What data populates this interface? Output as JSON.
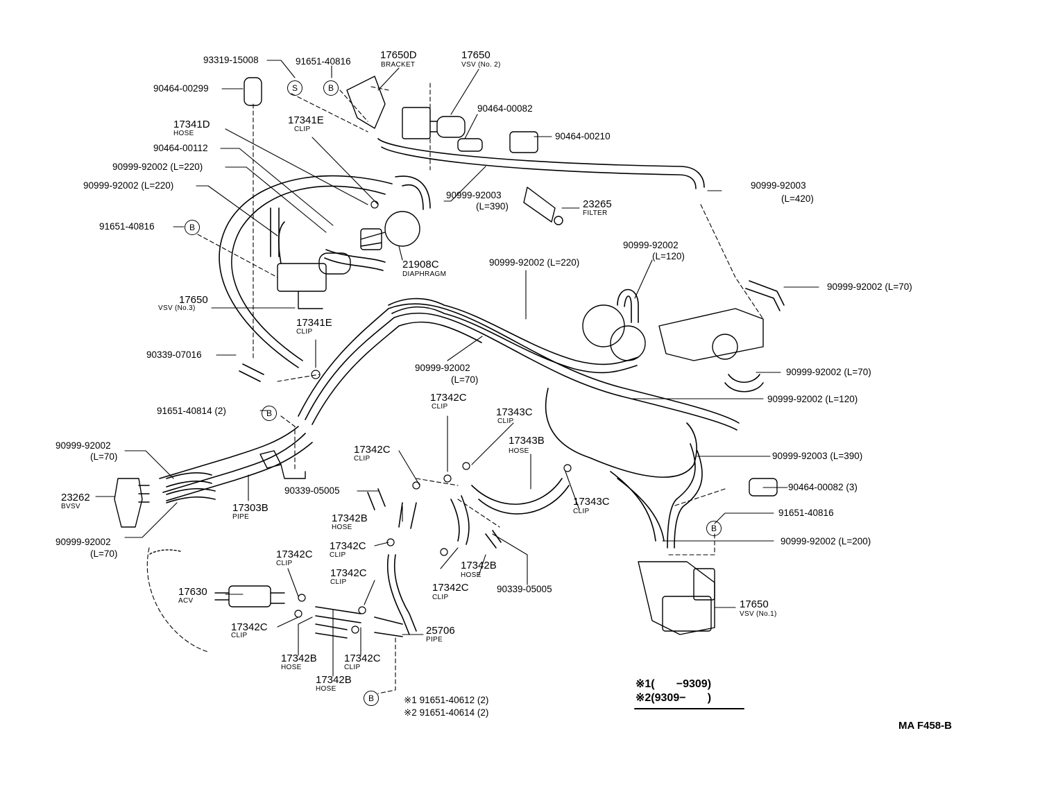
{
  "labels": {
    "p93319": "93319-15008",
    "p91651a": "91651-40816",
    "p17650D": "17650D",
    "p17650D_sub": "BRACKET",
    "p17650_2": "17650",
    "p17650_2_sub": "VSV (No. 2)",
    "p90464_299": "90464-00299",
    "p90464_82": "90464-00082",
    "p90464_210": "90464-00210",
    "p17341D": "17341D",
    "p17341D_sub": "HOSE",
    "p17341E_top": "17341E",
    "p17341E_top_sub": "CLIP",
    "p90464_112": "90464-00112",
    "p90999_220a": "90999-92002 (L=220)",
    "p90999_220b": "90999-92002 (L=220)",
    "p90999_390a": "90999-92003",
    "p90999_390a_sub": "(L=390)",
    "p90999_420": "90999-92003",
    "p90999_420_sub": "(L=420)",
    "p23265": "23265",
    "p23265_sub": "FILTER",
    "p91651b": "91651-40816",
    "p21908C": "21908C",
    "p21908C_sub": "DIAPHRAGM",
    "p90999_220c": "90999-92002 (L=220)",
    "p90999_120a": "90999-92002",
    "p90999_120a_sub": "(L=120)",
    "p90999_70a": "90999-92002 (L=70)",
    "p17650_3": "17650",
    "p17650_3_sub": "VSV (No.3)",
    "p17341E_mid": "17341E",
    "p17341E_mid_sub": "CLIP",
    "p90339_07016": "90339-07016",
    "p90999_70b": "90999-92002",
    "p90999_70b_sub": "(L=70)",
    "p90999_70c": "90999-92002 (L=70)",
    "p90999_120b": "90999-92002 (L=120)",
    "p91651_40814": "91651-40814 (2)",
    "p17342C_a": "17342C",
    "p17342C_a_sub": "CLIP",
    "p17343C_a": "17343C",
    "p17343C_a_sub": "CLIP",
    "p17343B": "17343B",
    "p17343B_sub": "HOSE",
    "p90999_390b": "90999-92003 (L=390)",
    "p90999_70d": "90999-92002",
    "p90999_70d_sub": "(L=70)",
    "p17342C_b": "17342C",
    "p17342C_b_sub": "CLIP",
    "p23262": "23262",
    "p23262_sub": "BVSV",
    "p17303B": "17303B",
    "p17303B_sub": "PIPE",
    "p90339_05005a": "90339-05005",
    "p90464_82_3": "90464-00082 (3)",
    "p17343C_b": "17343C",
    "p17343C_b_sub": "CLIP",
    "p91651c": "91651-40816",
    "p17342B_a": "17342B",
    "p17342B_a_sub": "HOSE",
    "p90999_70e": "90999-92002",
    "p90999_70e_sub": "(L=70)",
    "p90999_200": "90999-92002 (L=200)",
    "p17342C_c": "17342C",
    "p17342C_c_sub": "CLIP",
    "p17342C_d": "17342C",
    "p17342C_d_sub": "CLIP",
    "p17342B_b": "17342B",
    "p17342B_b_sub": "HOSE",
    "p17342C_e": "17342C",
    "p17342C_e_sub": "CLIP",
    "p17342C_f": "17342C",
    "p17342C_f_sub": "CLIP",
    "p90339_05005b": "90339-05005",
    "p17630": "17630",
    "p17630_sub": "ACV",
    "p17650_1": "17650",
    "p17650_1_sub": "VSV (No.1)",
    "p17342C_g": "17342C",
    "p17342C_g_sub": "CLIP",
    "p25706": "25706",
    "p25706_sub": "PIPE",
    "p17342B_c": "17342B",
    "p17342B_c_sub": "HOSE",
    "p17342C_h": "17342C",
    "p17342C_h_sub": "CLIP",
    "p17342B_d": "17342B",
    "p17342B_d_sub": "HOSE",
    "p91651_40612": "※1 91651-40612 (2)",
    "p91651_40614": "※2 91651-40614 (2)"
  },
  "circles": {
    "s": "S",
    "b": "B"
  },
  "legend": {
    "line1": "※1(       −9309)",
    "line2": "※2(9309−       )"
  },
  "diagram_code": "MA F458-B"
}
